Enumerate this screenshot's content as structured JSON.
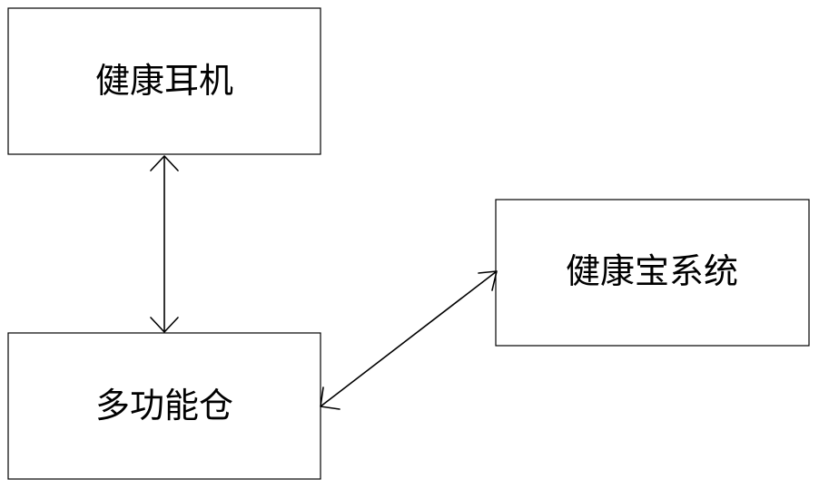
{
  "nodes": {
    "earphone": {
      "label": "健康耳机"
    },
    "case": {
      "label": "多功能仓"
    },
    "system": {
      "label": "健康宝系统"
    }
  },
  "edges": [
    {
      "from": "earphone",
      "to": "case",
      "direction": "bidirectional"
    },
    {
      "from": "case",
      "to": "system",
      "direction": "bidirectional"
    }
  ]
}
